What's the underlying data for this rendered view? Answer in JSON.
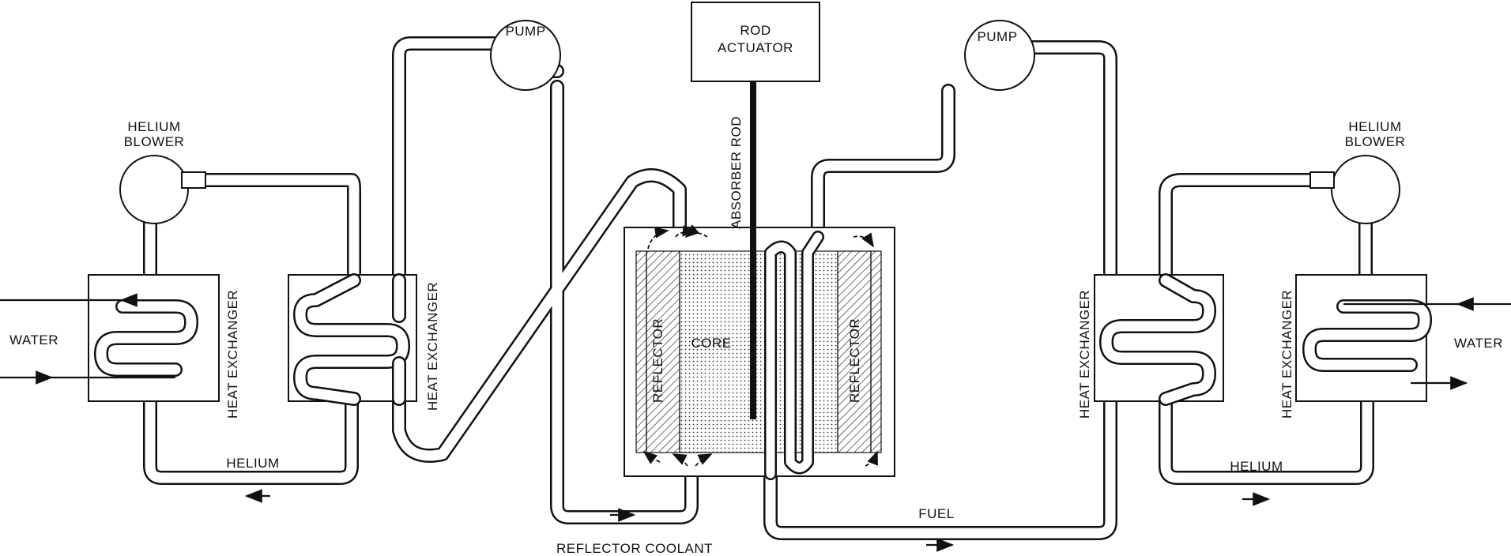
{
  "diagram": {
    "labels": {
      "pump_left": "PUMP",
      "pump_right": "PUMP",
      "rod_actuator_line1": "ROD",
      "rod_actuator_line2": "ACTUATOR",
      "absorber_rod": "ABSORBER ROD",
      "helium_blower_left_line1": "HELIUM",
      "helium_blower_left_line2": "BLOWER",
      "helium_blower_right_line1": "HELIUM",
      "helium_blower_right_line2": "BLOWER",
      "water_left": "WATER",
      "water_right": "WATER",
      "heat_exchanger_1": "HEAT EXCHANGER",
      "heat_exchanger_2": "HEAT EXCHANGER",
      "heat_exchanger_3": "HEAT EXCHANGER",
      "heat_exchanger_4": "HEAT EXCHANGER",
      "helium_left": "HELIUM",
      "helium_right": "HELIUM",
      "reflector_left": "REFLECTOR",
      "reflector_right": "REFLECTOR",
      "core": "CORE",
      "fuel": "FUEL",
      "reflector_coolant": "REFLECTOR COOLANT"
    }
  }
}
